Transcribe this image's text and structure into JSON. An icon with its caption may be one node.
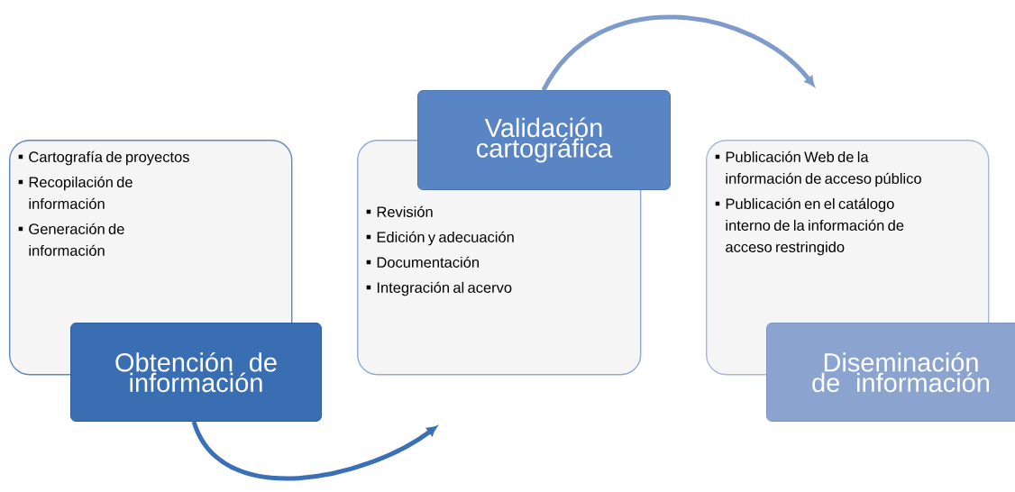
{
  "diagram": {
    "nodes": [
      {
        "text": [
          "Cartografía de proyectos",
          "Recopilación de información",
          "Generación de información"
        ]
      },
      {
        "text": [
          "Obtención de información"
        ]
      },
      {
        "text": [
          "Revisión",
          "Edición y adecuación",
          "Documentación",
          "Integración al acervo"
        ]
      },
      {
        "text": [
          "Validación cartográfica"
        ]
      },
      {
        "text": [
          "Publicación Web de la información de acceso público",
          "Publicación en el catálogo interno de la información de acceso restringido"
        ]
      },
      {
        "text": [
          "Diseminación de información"
        ]
      }
    ],
    "edges": [
      {
        "from": 1,
        "to": 2,
        "arrow": "to",
        "color": "#3b70b6"
      },
      {
        "from": 3,
        "to": 4,
        "arrow": "to",
        "color": "#7f9bcb"
      }
    ]
  }
}
